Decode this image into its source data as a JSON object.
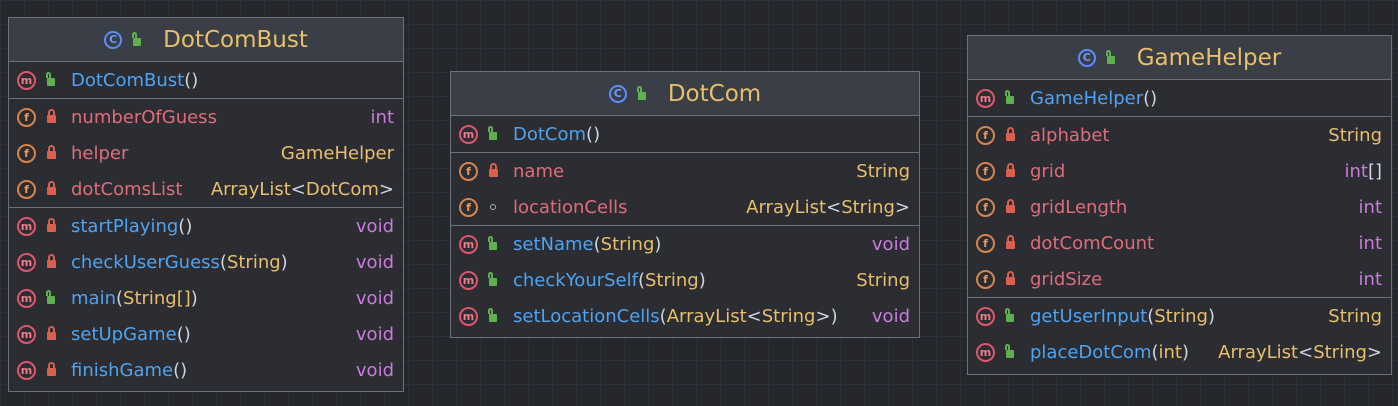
{
  "colors": {
    "background": "#25272c",
    "box": "#2b2d33",
    "header": "#3a3e46",
    "border": "#6c707a",
    "class_name": "#e8bf6a",
    "method": "#4fa3f0",
    "field": "#e06c7a",
    "primitive": "#c77dd9",
    "public": "#5fb04f",
    "private": "#d9604c"
  },
  "classes": [
    {
      "name": "DotComBust",
      "kind_icon": "class-icon",
      "constructors": [
        {
          "name": "DotComBust",
          "params": "",
          "visibility": "public"
        }
      ],
      "fields": [
        {
          "name": "numberOfGuess",
          "visibility": "private",
          "type": "int"
        },
        {
          "name": "helper",
          "visibility": "private",
          "type": "GameHelper"
        },
        {
          "name": "dotComsList",
          "visibility": "private",
          "type_base": "ArrayList",
          "type_arg": "DotCom"
        }
      ],
      "methods": [
        {
          "name": "startPlaying",
          "params": "",
          "visibility": "private",
          "type": "void"
        },
        {
          "name": "checkUserGuess",
          "params": "String",
          "visibility": "private",
          "type": "void"
        },
        {
          "name": "main",
          "params": "String[]",
          "visibility": "public",
          "type": "void"
        },
        {
          "name": "setUpGame",
          "params": "",
          "visibility": "private",
          "type": "void"
        },
        {
          "name": "finishGame",
          "params": "",
          "visibility": "private",
          "type": "void"
        }
      ]
    },
    {
      "name": "DotCom",
      "kind_icon": "class-icon",
      "constructors": [
        {
          "name": "DotCom",
          "params": "",
          "visibility": "public"
        }
      ],
      "fields": [
        {
          "name": "name",
          "visibility": "private",
          "type": "String"
        },
        {
          "name": "locationCells",
          "visibility": "package-private",
          "type_base": "ArrayList",
          "type_arg": "String"
        }
      ],
      "methods": [
        {
          "name": "setName",
          "params": "String",
          "visibility": "public",
          "type": "void"
        },
        {
          "name": "checkYourSelf",
          "params": "String",
          "visibility": "public",
          "type": "String"
        },
        {
          "name": "setLocationCells",
          "params_base": "ArrayList",
          "params_arg": "String",
          "visibility": "public",
          "type": "void"
        }
      ]
    },
    {
      "name": "GameHelper",
      "kind_icon": "class-icon",
      "constructors": [
        {
          "name": "GameHelper",
          "params": "",
          "visibility": "public"
        }
      ],
      "fields": [
        {
          "name": "alphabet",
          "visibility": "private",
          "type": "String"
        },
        {
          "name": "grid",
          "visibility": "private",
          "type_prim": "int",
          "type_suffix": "[]"
        },
        {
          "name": "gridLength",
          "visibility": "private",
          "type": "int"
        },
        {
          "name": "dotComCount",
          "visibility": "private",
          "type": "int"
        },
        {
          "name": "gridSize",
          "visibility": "private",
          "type": "int"
        }
      ],
      "methods": [
        {
          "name": "getUserInput",
          "params": "String",
          "visibility": "public",
          "type": "String"
        },
        {
          "name": "placeDotCom",
          "params": "int",
          "visibility": "public",
          "type_base": "ArrayList",
          "type_arg": "String"
        }
      ]
    }
  ],
  "glyphs": {
    "class": "C",
    "method": "m",
    "field": "f",
    "lt": "<",
    "gt": ">",
    "open": "(",
    "close": ")"
  }
}
